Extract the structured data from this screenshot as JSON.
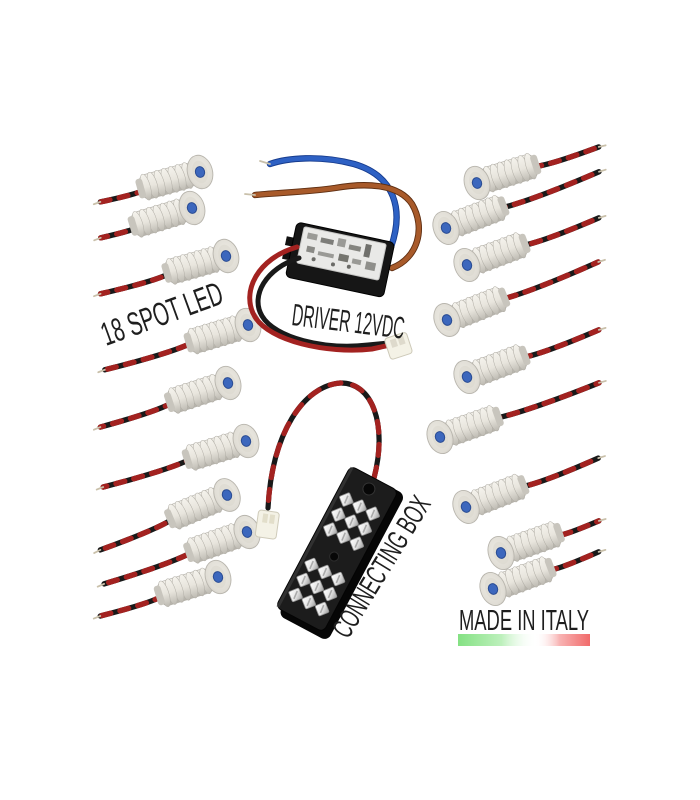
{
  "image": {
    "background_color": "#ffffff",
    "annotations": {
      "spots_label": "18 SPOT LED",
      "driver_label": "DRIVER 12VDC",
      "connecting_box_label": "CONNECTING BOX",
      "made_in_italy_label": "MADE IN ITALY"
    },
    "components": {
      "spot_count": 18,
      "left_spot_count": 9,
      "right_spot_count": 9,
      "connector_socket_count": 18
    },
    "colors": {
      "led_dot_blue": "#3c67bd",
      "led_dot_ring": "#2a4c93",
      "spot_body_white": "#e7e4dc",
      "wire_red": "#a32220",
      "wire_black": "#191919",
      "wire_tip_bare": "#c9c0aa",
      "driver_wire_blue": "#2e61c4",
      "driver_wire_blue_dark": "#173c8e",
      "driver_wire_brown": "#a85a2a",
      "driver_wire_brown_dark": "#5f2f12",
      "flag_green": "#84e183",
      "flag_red": "#f16a6a",
      "box_black": "#1c1c1c",
      "label_white": "#e9e9e7",
      "plug_white": "#f4f2e6",
      "text_black": "#1e1e1e"
    }
  }
}
